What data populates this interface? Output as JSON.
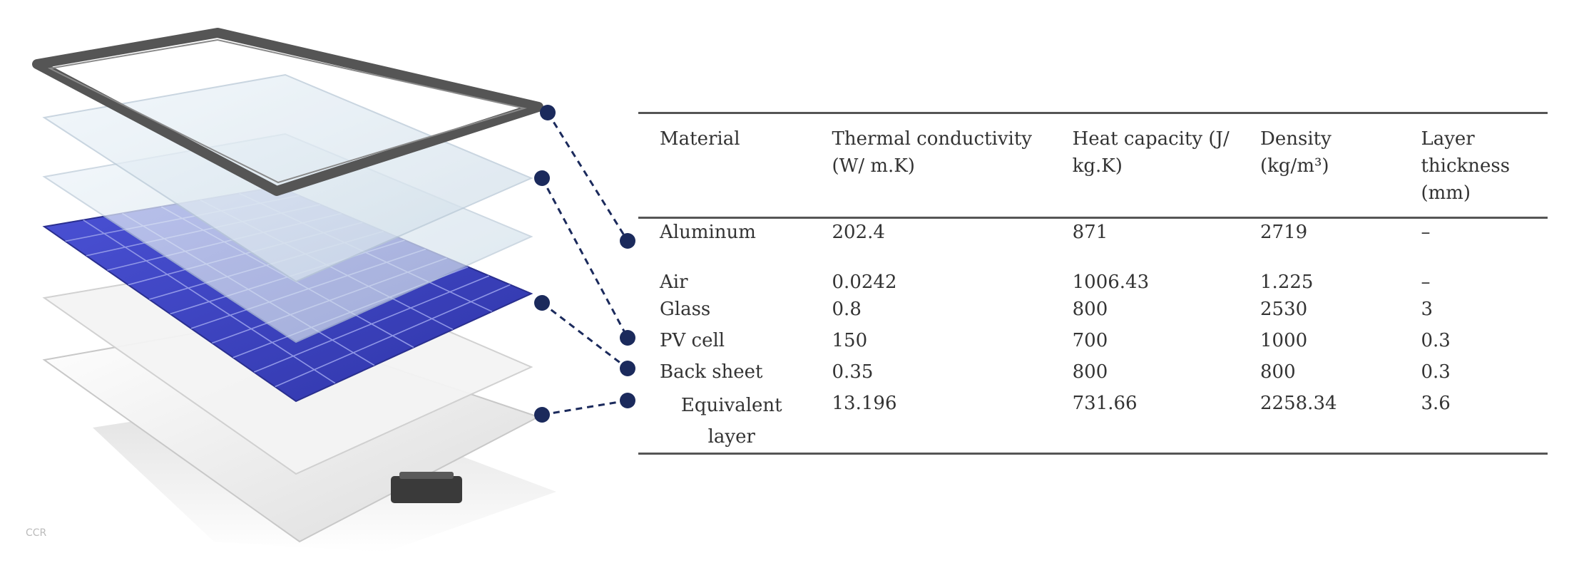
{
  "table": {
    "headers": [
      "Material",
      "Thermal conductivity (W/ m.K)",
      "Heat capacity (J/ kg.K)",
      "Density (kg/m³)",
      "Layer thickness (mm)"
    ],
    "rows": [
      {
        "material": "Aluminum",
        "conductivity": "202.4",
        "capacity": "871",
        "density": "2719",
        "thickness": "–"
      },
      {
        "material": "Air",
        "conductivity": "0.0242",
        "capacity": "1006.43",
        "density": "1.225",
        "thickness": "–"
      },
      {
        "material": "Glass",
        "conductivity": "0.8",
        "capacity": "800",
        "density": "2530",
        "thickness": "3"
      },
      {
        "material": "PV cell",
        "conductivity": "150",
        "capacity": "700",
        "density": "1000",
        "thickness": "0.3"
      },
      {
        "material": "Back sheet",
        "conductivity": "0.35",
        "capacity": "800",
        "density": "800",
        "thickness": "0.3"
      },
      {
        "material": "Equivalent layer",
        "conductivity": "13.196",
        "capacity": "731.66",
        "density": "2258.34",
        "thickness": "3.6"
      }
    ]
  },
  "diagram": {
    "layers": [
      "aluminum-frame",
      "glass-top",
      "glass-lower",
      "pv-cells",
      "back-sheet",
      "base-sheet",
      "junction-box"
    ],
    "colors": {
      "frame": "#555555",
      "glass": "#dce8f0",
      "cells": "#3a3fc0",
      "cell_grid": "#8f96e6",
      "sheet": "#f2f2f2",
      "connector": "#1b2a5c"
    }
  },
  "watermark": "CCR"
}
